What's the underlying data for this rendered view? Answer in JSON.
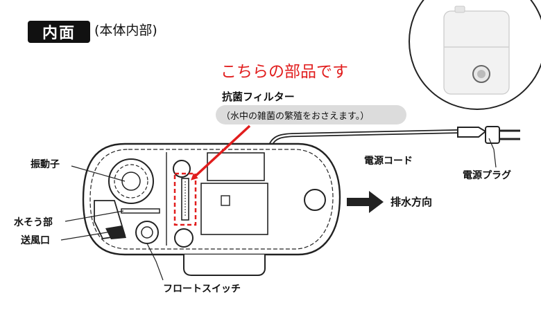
{
  "header": {
    "badge_label": "内面",
    "subtitle": "(本体内部)"
  },
  "callout": {
    "headline": "こちらの部品です",
    "part_name": "抗菌フィルター",
    "part_note": "（水中の雑菌の繁殖をおさえます。）"
  },
  "labels": {
    "vibrator": "振動子",
    "water_tank": "水そう部",
    "air_outlet": "送風口",
    "float_switch": "フロートスイッチ",
    "power_cord": "電源コード",
    "power_plug": "電源プラグ",
    "drain_direction": "排水方向"
  },
  "colors": {
    "accent_red": "#e11d1d",
    "badge_bg": "#111111",
    "badge_text": "#ffffff",
    "note_bg": "#dcdcdc",
    "line": "#222222"
  },
  "icons": {
    "drain_arrow": "right-arrow-icon",
    "product_photo": "humidifier-photo-icon"
  }
}
